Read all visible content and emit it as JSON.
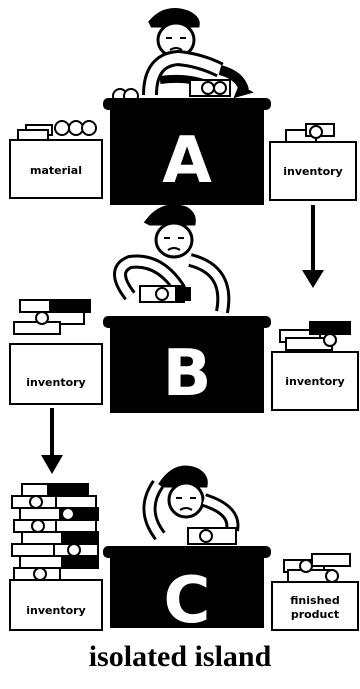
{
  "stations": [
    {
      "letter": "A",
      "left_box": "material",
      "right_box": "inventory"
    },
    {
      "letter": "B",
      "left_box": "inventory",
      "right_box": "inventory"
    },
    {
      "letter": "C",
      "left_box": "inventory",
      "right_box_line1": "finished",
      "right_box_line2": "product"
    }
  ],
  "caption": "isolated island",
  "colors": {
    "ink": "#000000",
    "paper": "#ffffff"
  }
}
